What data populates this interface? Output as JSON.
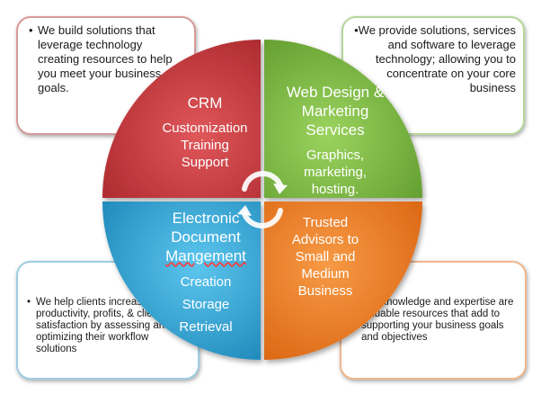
{
  "notes": {
    "top_left": {
      "bullet": "•",
      "text": "We build solutions that leverage technology creating resources to help you  meet your business goals."
    },
    "top_right": {
      "bullet": "•",
      "text": "We provide solutions,  services and software to leverage technology; allowing you to concentrate on your core business"
    },
    "bottom_left": {
      "bullet": "•",
      "text": "We help clients increase productivity, profits, & client satisfaction by assessing and optimizing their workflow solutions"
    },
    "bottom_right": {
      "bullet": "•",
      "text": "Our knowledge and expertise are valuable resources that add to supporting your business goals and objectives"
    }
  },
  "quadrants": {
    "crm": {
      "title": "CRM",
      "lines": [
        "Customization",
        "Training",
        "Support"
      ],
      "color": "#c0373a"
    },
    "web": {
      "title_lines": [
        "Web Design &",
        "Marketing",
        "Services"
      ],
      "lines": [
        "Graphics,",
        "marketing,",
        "hosting."
      ],
      "color": "#7cb342"
    },
    "edm": {
      "title_lines": [
        "Electronic",
        "Document",
        "Mangement"
      ],
      "lines": [
        "Creation",
        "Storage",
        "Retrieval"
      ],
      "color": "#2a9fcf"
    },
    "trusted": {
      "lines": [
        "Trusted",
        "Advisors to",
        "Small and",
        "Medium",
        "Business"
      ],
      "color": "#ef7820"
    }
  },
  "center_icon": "cycle-arrows-icon"
}
